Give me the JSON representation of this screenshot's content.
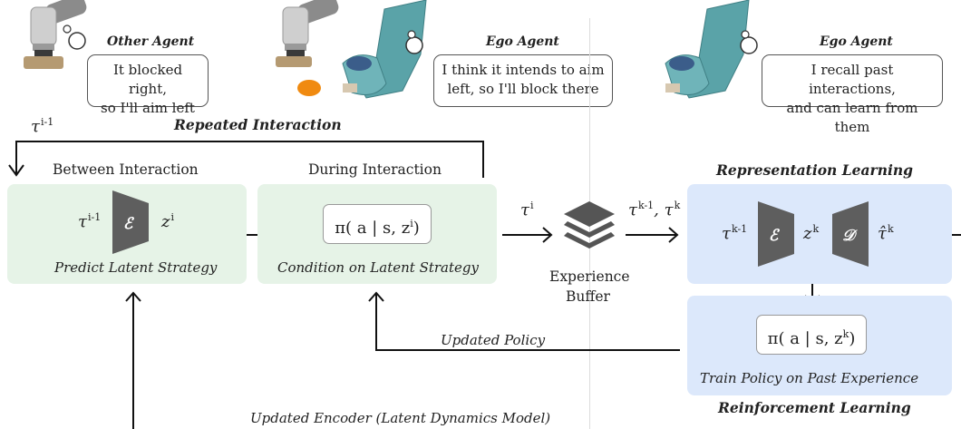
{
  "agents": {
    "other": {
      "label": "Other Agent",
      "speech": "It blocked right,\nso I'll aim left"
    },
    "ego1": {
      "label": "Ego Agent",
      "speech": "I think it intends to aim\nleft, so I'll block there"
    },
    "ego2": {
      "label": "Ego Agent",
      "speech": "I recall past interactions,\nand can learn from them"
    }
  },
  "loop": {
    "title": "Repeated Interaction",
    "tau_prev": "τ",
    "tau_prev_sup": "i-1"
  },
  "between": {
    "header": "Between Interaction",
    "tau": "τ",
    "tau_sup": "i-1",
    "encoder": "ℰ",
    "z": "z",
    "z_sup": "i",
    "caption": "Predict Latent Strategy"
  },
  "during": {
    "header": "During Interaction",
    "policy_main": "π( a | s, z",
    "policy_sup": "i",
    "policy_end": ")",
    "caption": "Condition on Latent Strategy"
  },
  "buffer": {
    "tau_in": "τ",
    "tau_in_sup": "i",
    "label_line1": "Experience",
    "label_line2": "Buffer",
    "tau_out": "τ",
    "tau_out_sup1": "k-1",
    "tau_out_mid": ", τ",
    "tau_out_sup2": "k"
  },
  "representation": {
    "title": "Representation Learning",
    "tau": "τ",
    "tau_sup": "k-1",
    "encoder": "ℰ",
    "z": "z",
    "z_sup": "k",
    "decoder": "𝒟",
    "tau_hat": "τ̂",
    "tau_hat_sup": "k"
  },
  "reinforcement": {
    "title": "Reinforcement Learning",
    "policy_main": "π( a | s, z",
    "policy_sup": "k",
    "policy_end": ")",
    "caption": "Train Policy on Past Experience"
  },
  "feedback": {
    "updated_policy": "Updated Policy",
    "updated_encoder": "Updated Encoder (Latent Dynamics Model)"
  },
  "colors": {
    "green_box": "#e6f3e7",
    "blue_box": "#dce8fb",
    "trapezoid": "#5e5e5e",
    "robot_teal": "#5aa3a8",
    "puck": "#f08a10"
  }
}
